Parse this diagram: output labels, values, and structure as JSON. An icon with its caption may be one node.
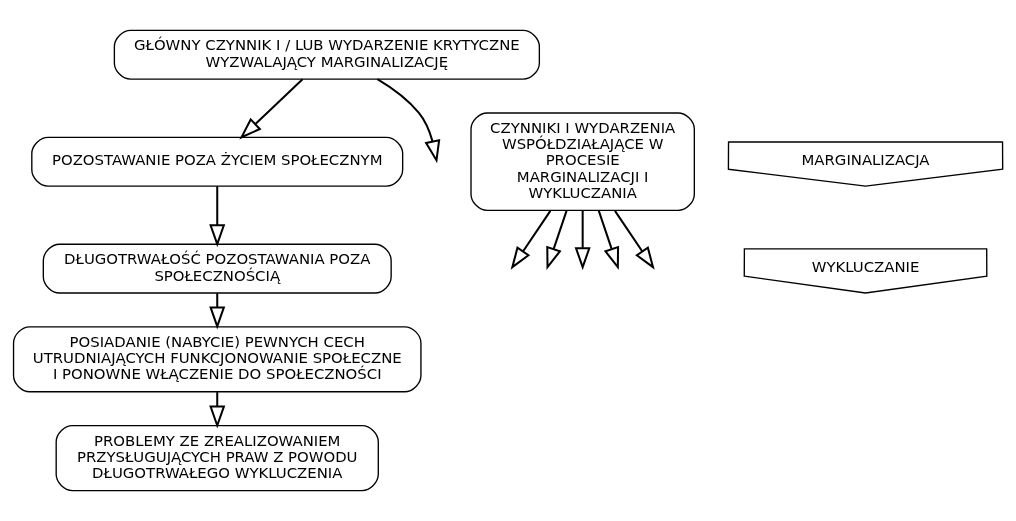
{
  "diagram": {
    "nodes": [
      {
        "text": [
          "GŁÓWNY CZYNNIK I / LUB WYDARZENIE KRYTYCZNE WYZWALAJĄCY MARGINALIZACJĘ"
        ]
      },
      {
        "text": [
          "CZYNNIKI I WYDARZENIA WSPÓŁDZIAŁAJĄCE W PROCESIE MARGINALIZACJI I WYKLUCZANIA"
        ]
      },
      {
        "text": [
          "POZOSTAWANIE POZA ŻYCIEM SPOŁECZNYM"
        ]
      },
      {
        "text": [
          "DŁUGOTRWAŁOŚĆ POZOSTAWANIA POZA SPOŁECZNOŚCIĄ"
        ]
      },
      {
        "text": [
          "POSIADANIE (NABYCIE) PEWNYCH CECH UTRUDNIAJĄCYCH FUNKCJONOWANIE SPOŁECZNE I PONOWNE WŁĄCZENIE DO SPOŁECZNOŚCI"
        ]
      },
      {
        "text": [
          "PROBLEMY ZE ZREALIZOWANIEM PRZYSŁUGUJĄCYCH PRAW Z POWODU DŁUGOTRWAŁEGO WYKLUCZENIA"
        ]
      },
      {
        "text": [
          "MARGINALIZACJA"
        ]
      },
      {
        "text": [
          "WYKLUCZANIE"
        ]
      }
    ],
    "edges": [
      {
        "from": 0,
        "to": null,
        "arrow": "to"
      },
      {
        "from": 1,
        "to": null,
        "arrow": "to"
      },
      {
        "from": 1,
        "to": null,
        "arrow": "to"
      },
      {
        "from": 1,
        "to": null,
        "arrow": "to"
      },
      {
        "from": 1,
        "to": null,
        "arrow": "to"
      },
      {
        "from": 1,
        "to": null,
        "arrow": "to"
      },
      {
        "from": 0,
        "to": 2,
        "arrow": "to"
      },
      {
        "from": 2,
        "to": 3,
        "arrow": "to"
      },
      {
        "from": 3,
        "to": 4,
        "arrow": "to"
      },
      {
        "from": 4,
        "to": 5,
        "arrow": "to"
      }
    ]
  }
}
